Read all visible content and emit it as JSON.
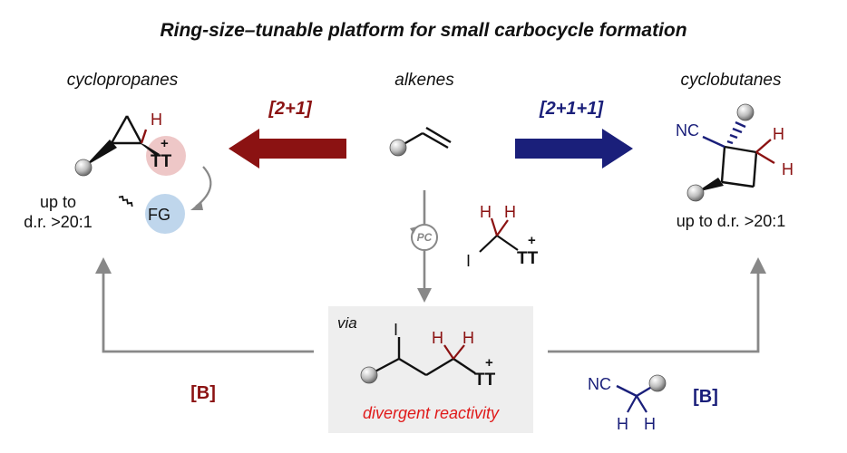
{
  "title": "Ring-size–tunable platform for small carbocycle formation",
  "left_product": {
    "caption": "cyclopropanes",
    "atom_h": "H",
    "tt_label": "TT",
    "tt_charge": "+",
    "fg_label": "FG",
    "dr_line1": "up to",
    "dr_line2": "d.r. >20:1"
  },
  "center_reactant": {
    "caption": "alkenes",
    "pc_label": "PC",
    "reagent_h1": "H",
    "reagent_h2": "H",
    "reagent_i": "I",
    "reagent_tt": "TT",
    "reagent_charge": "+"
  },
  "right_product": {
    "caption": "cyclobutanes",
    "nc_label": "NC",
    "h1": "H",
    "h2": "H",
    "dr": "up to d.r. >20:1"
  },
  "reactions": {
    "left_label": "[2+1]",
    "right_label": "[2+1+1]",
    "left_color": "#8b1212",
    "right_color": "#1a1f7a"
  },
  "intermediate": {
    "via": "via",
    "i_label": "I",
    "h1": "H",
    "h2": "H",
    "tt": "TT",
    "charge": "+",
    "reactivity": "divergent reactivity",
    "reactivity_color": "#e01a1a"
  },
  "bottom": {
    "left_b": "[B]",
    "right_b": "[B]",
    "nc_label": "NC",
    "h1": "H",
    "h2": "H"
  }
}
